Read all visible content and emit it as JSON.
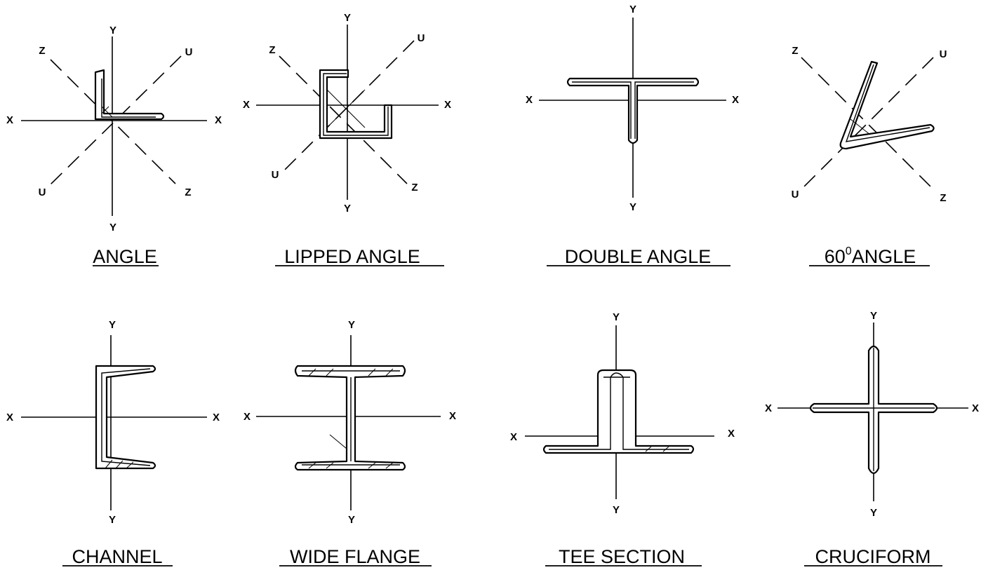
{
  "captions": {
    "angle": "ANGLE",
    "lipped_angle": "LIPPED ANGLE",
    "double_angle": "DOUBLE ANGLE",
    "sixty_angle_value": "60",
    "sixty_angle_degree": "0",
    "sixty_angle_text": "ANGLE",
    "channel": "CHANNEL",
    "wide_flange": "WIDE FLANGE",
    "tee_section": "TEE SECTION",
    "cruciform": "CRUCIFORM"
  },
  "axis_labels": {
    "x": "X",
    "y": "Y",
    "z": "Z",
    "u": "U"
  }
}
